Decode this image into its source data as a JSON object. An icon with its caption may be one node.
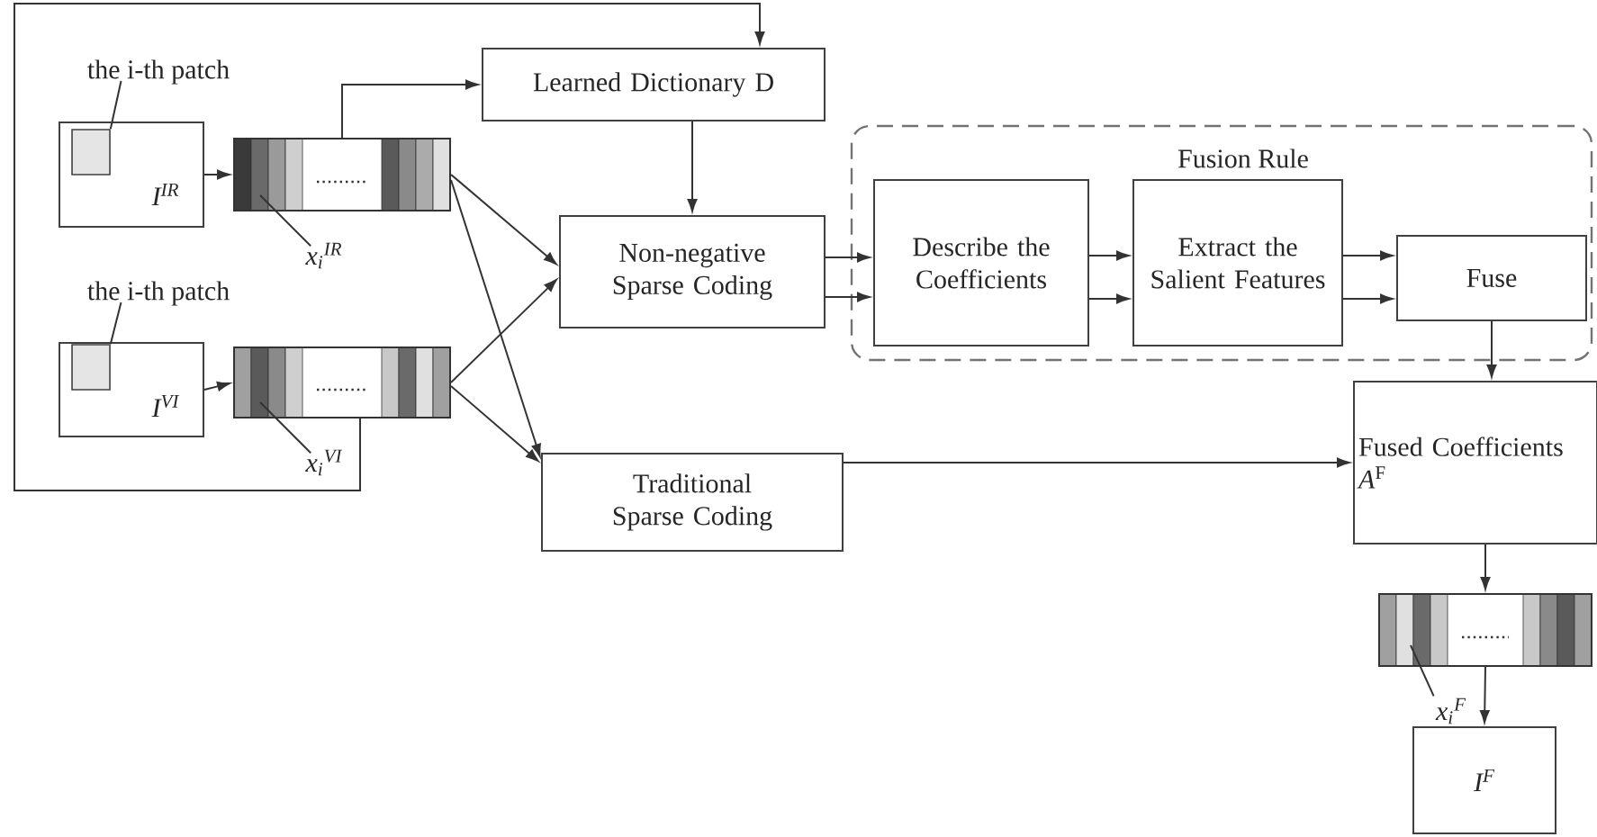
{
  "diagram": {
    "nodes": [
      {
        "text": [
          "the i-th patch"
        ]
      },
      {
        "text": [
          "I$^{IR}$"
        ]
      },
      {
        "text": [],
        "shape": "box",
        "in": 1
      },
      {
        "text": [],
        "shape": "bar"
      },
      {
        "text": [
          "x$_{i}$$^{IR}$"
        ]
      },
      {
        "text": [
          "the i-th patch"
        ]
      },
      {
        "text": [
          "I$^{VI}$"
        ]
      },
      {
        "text": [],
        "shape": "box",
        "in": 6
      },
      {
        "text": [],
        "shape": "bar"
      },
      {
        "text": [
          "x$_{i}$$^{VI}$"
        ]
      },
      {
        "text": [
          "Learned Dictionary D"
        ]
      },
      {
        "text": [
          "Non-negative Sparse Coding"
        ]
      },
      {
        "text": [
          "Traditional Sparse Coding"
        ]
      },
      {
        "text": [
          "Fusion Rule"
        ]
      },
      {
        "text": [
          "Describe the Coefficients"
        ],
        "in": 13
      },
      {
        "text": [
          "Extract the Salient Features"
        ],
        "in": 13
      },
      {
        "text": [
          "Fuse"
        ],
        "in": 13
      },
      {
        "text": [
          "Fused Coefficients *A*$^{F}$"
        ]
      },
      {
        "text": [],
        "shape": "bar"
      },
      {
        "text": [
          "x$_{i}$$^{F}$"
        ]
      },
      {
        "text": [
          "I$^{F}$"
        ]
      }
    ],
    "edges": [
      {
        "from": 0,
        "to": 2,
        "arrow": "none"
      },
      {
        "from": 1,
        "to": 3,
        "arrow": "to"
      },
      {
        "from": 4,
        "to": 3,
        "arrow": "none"
      },
      {
        "from": 3,
        "to": 10,
        "arrow": "to"
      },
      {
        "from": 3,
        "to": 11,
        "arrow": "to"
      },
      {
        "from": 3,
        "to": 12,
        "arrow": "to"
      },
      {
        "from": 5,
        "to": 7,
        "arrow": "none"
      },
      {
        "from": 6,
        "to": 8,
        "arrow": "to"
      },
      {
        "from": 9,
        "to": 8,
        "arrow": "none"
      },
      {
        "from": 8,
        "to": 11,
        "arrow": "to"
      },
      {
        "from": 8,
        "to": 12,
        "arrow": "to"
      },
      {
        "from": 8,
        "to": 10,
        "arrow": "to"
      },
      {
        "from": 10,
        "to": 11,
        "arrow": "to"
      },
      {
        "from": 11,
        "to": 14,
        "arrow": "to"
      },
      {
        "from": 11,
        "to": 14,
        "arrow": "to"
      },
      {
        "from": 14,
        "to": 15,
        "arrow": "to"
      },
      {
        "from": 14,
        "to": 15,
        "arrow": "to"
      },
      {
        "from": 15,
        "to": 16,
        "arrow": "to"
      },
      {
        "from": 15,
        "to": 16,
        "arrow": "to"
      },
      {
        "from": 16,
        "to": 17,
        "arrow": "to"
      },
      {
        "from": 12,
        "to": 17,
        "arrow": "to"
      },
      {
        "from": 17,
        "to": 18,
        "arrow": "to"
      },
      {
        "from": 18,
        "to": 20,
        "arrow": "to"
      },
      {
        "from": 19,
        "to": 18,
        "arrow": "none"
      }
    ]
  }
}
